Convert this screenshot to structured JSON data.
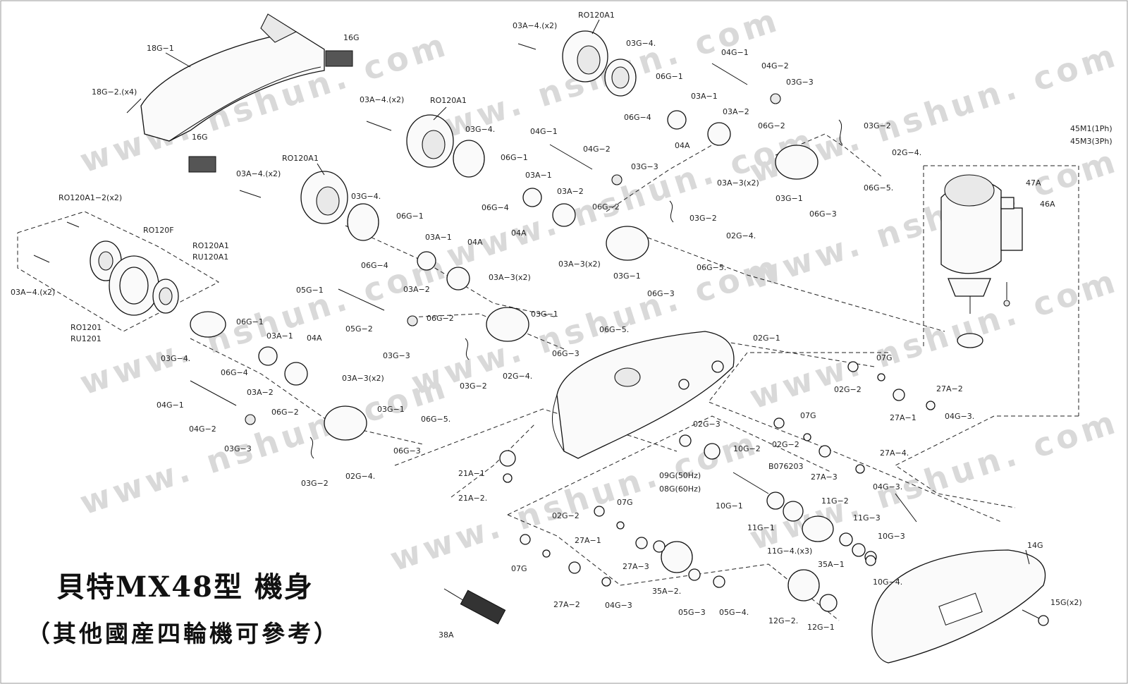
{
  "title": "貝特MX48型 機身",
  "subtitle": "（其他國産四輪機可參考）",
  "watermark": "www. nshun. com",
  "labels": {
    "l18G_1": "18G−1",
    "l18G_2": "18G−2.(x4)",
    "l16G_a": "16G",
    "l16G_b": "16G",
    "lRO120A1_2": "RO120A1−2(x2)",
    "lRO120F": "RO120F",
    "lRO120A1_c": "RO120A1",
    "lRU120A1": "RU120A1",
    "l03A4_c": "03A−4.(x2)",
    "lRO1201": "RO1201",
    "lRU1201": "RU1201",
    "lRO120A1_top": "RO120A1",
    "l03A4_top": "03A−4.(x2)",
    "l03G4_top": "03G−4.",
    "l06G1_top": "06G−1",
    "l06G4_top": "06G−4",
    "l04G1_top": "04G−1",
    "l04G2_top": "04G−2",
    "l03G3_top": "03G−3",
    "l03A1_top": "03A−1",
    "l03A2_top": "03A−2",
    "l04A_top": "04A",
    "l06G2_top": "06G−2",
    "l03A3_top": "03A−3(x2)",
    "l03G2_top": "03G−2",
    "l03G1_top": "03G−1",
    "l02G4_top": "02G−4.",
    "l06G3_top": "06G−3",
    "l06G5_top": "06G−5.",
    "lRO120A1_2nd": "RO120A1",
    "l03A4_2nd": "03A−4.(x2)",
    "l03G4_2nd": "03G−4.",
    "l06G1_2nd": "06G−1",
    "l06G4_2nd": "06G−4",
    "l04G1_2nd": "04G−1",
    "l04G2_2nd": "04G−2",
    "l03G3_2nd": "03G−3",
    "l03A1_2nd": "03A−1",
    "l03A2_2nd": "03A−2",
    "l04A_2nd": "04A",
    "l06G2_2nd": "06G−2",
    "l03A3_2nd": "03A−3(x2)",
    "l03G2_2nd": "03G−2",
    "l03G1_2nd": "03G−1",
    "l02G4_2nd": "02G−4.",
    "l06G3_2nd": "06G−3",
    "l06G5_2nd": "06G−5.",
    "lRO120A1_3rd": "RO120A1",
    "l03A4_3rd": "03A−4.(x2)",
    "l03G4_3rd": "03G−4.",
    "l06G1_3rd": "06G−1",
    "l06G4_3rd": "06G−4",
    "l03A1_3rd": "03A−1",
    "l04A_3rd": "04A",
    "l03A2_3rd": "03A−2",
    "l03A3_3rd": "03A−3(x2)",
    "l05G1": "05G−1",
    "l05G2": "05G−2",
    "l03G3_3rd": "03G−3",
    "l06G2_3rd": "06G−2",
    "l03G1_3rd": "03G−1",
    "l06G5_3rd": "06G−5.",
    "l06G3_3rd": "06G−3",
    "l02G4_3rd": "02G−4.",
    "l03G2_3rd": "03G−2",
    "l03G4_4th": "03G−4.",
    "l06G1_4th": "06G−1",
    "l03A1_4th": "03A−1",
    "l04A_4th": "04A",
    "l06G4_4th": "06G−4",
    "l03A3_4th": "03A−3(x2)",
    "l03A2_4th": "03A−2",
    "l04G1_4th": "04G−1",
    "l04G2_4th": "04G−2",
    "l06G2_4th": "06G−2",
    "l03G1_4th": "03G−1",
    "l06G5_4th": "06G−5.",
    "l03G3_4th": "03G−3",
    "l06G3_4th": "06G−3",
    "l02G4_4th": "02G−4.",
    "l03G2_4th": "03G−2",
    "l21A1": "21A−1",
    "l21A2": "21A−2.",
    "l02G1": "02G−1",
    "l02G3": "02G−3",
    "l10G2": "10G−2",
    "l09G": "09G(50Hz)",
    "l08G": "08G(60Hz)",
    "l10G1": "10G−1",
    "lB076203": "B076203",
    "l11G1": "11G−1",
    "l11G2": "11G−2",
    "l11G3": "11G−3",
    "l11G4": "11G−4.(x3)",
    "l35A1": "35A−1",
    "l10G3": "10G−3",
    "l10G4": "10G−4.",
    "l07G_r": "07G",
    "l02G2_r": "02G−2",
    "l27A2_r": "27A−2",
    "l27A1_r": "27A−1",
    "l04G3_r": "04G−3.",
    "l07G_m": "07G",
    "l02G2_m": "02G−2",
    "l27A4": "27A−4.",
    "l27A3_m": "27A−3",
    "l04G3_m": "04G−3.",
    "l02G2_b": "02G−2",
    "l07G_b1": "07G",
    "l07G_b2": "07G",
    "l27A1_b": "27A−1",
    "l27A3_b": "27A−3",
    "l27A2_b": "27A−2",
    "l04G3_b": "04G−3",
    "l35A2": "35A−2.",
    "l05G3": "05G−3",
    "l05G4": "05G−4.",
    "l12G2": "12G−2.",
    "l12G1": "12G−1",
    "l14G": "14G",
    "l15G": "15G(x2)",
    "l38A": "38A",
    "l45M1": "45M1(1Ph)",
    "l45M3": "45M3(3Ph)",
    "l47A": "47A",
    "l46A": "46A"
  }
}
